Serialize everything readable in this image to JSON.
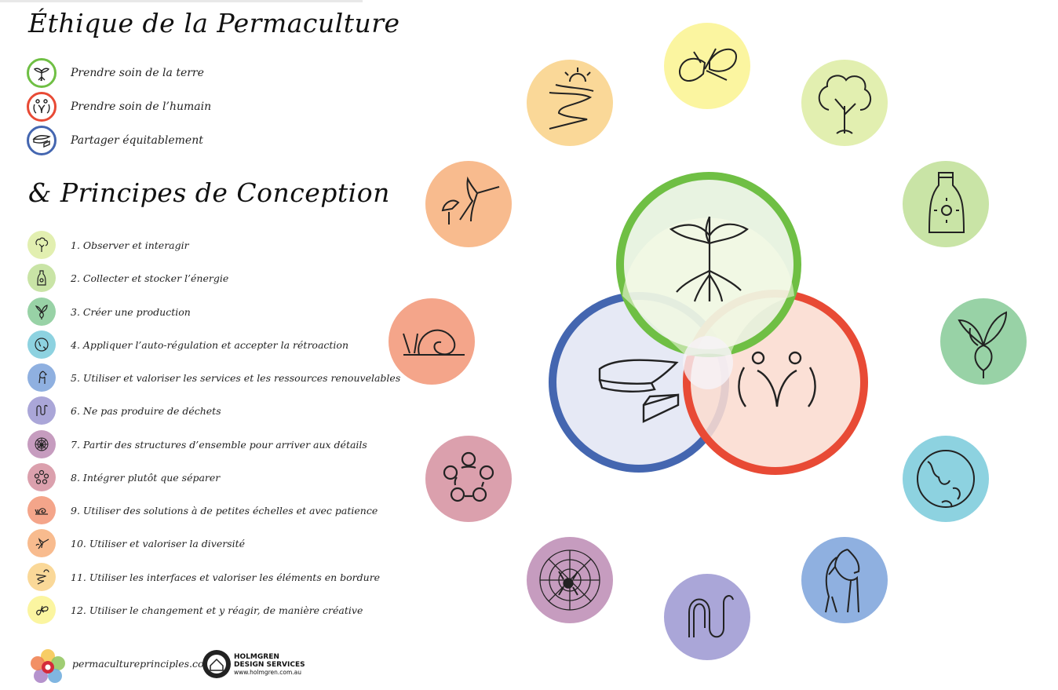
{
  "title_ethics": "Éthique de la Permaculture",
  "title_principles": "& Principes de Conception",
  "ethics": [
    {
      "label": "Prendre soin de la terre",
      "icon": "tree-icon",
      "color": "#6fbf44"
    },
    {
      "label": "Prendre soin de l’humain",
      "icon": "people-icon",
      "color": "#e84a35"
    },
    {
      "label": "Partager équitablement",
      "icon": "cake-slice-icon",
      "color": "#4466b0"
    }
  ],
  "principles": [
    {
      "label": "1. Observer et interagir",
      "icon": "tree-icon",
      "color": "#e2efb0"
    },
    {
      "label": "2. Collecter et stocker l’énergie",
      "icon": "bottle-icon",
      "color": "#c9e4a6"
    },
    {
      "label": "3. Créer une production",
      "icon": "beet-icon",
      "color": "#98d2a6"
    },
    {
      "label": "4. Appliquer l’auto-régulation et accepter la rétroaction",
      "icon": "globe-icon",
      "color": "#8dd2e0"
    },
    {
      "label": "5. Utiliser et valoriser les services et les ressources renouvelables",
      "icon": "horse-icon",
      "color": "#8fb0e0"
    },
    {
      "label": "6. Ne pas produire de déchets",
      "icon": "worm-icon",
      "color": "#aaa6d8"
    },
    {
      "label": "7. Partir des structures d’ensemble pour arriver aux détails",
      "icon": "spider-web-icon",
      "color": "#c69cbf"
    },
    {
      "label": "8. Intégrer plutôt que séparer",
      "icon": "flower-icon",
      "color": "#dba0ad"
    },
    {
      "label": "9. Utiliser des solutions à de petites échelles et avec patience",
      "icon": "snail-icon",
      "color": "#f4a58a"
    },
    {
      "label": "10. Utiliser et valoriser la diversité",
      "icon": "hummingbird-icon",
      "color": "#f8bb8e"
    },
    {
      "label": "11. Utiliser les interfaces et valoriser les éléments en bordure",
      "icon": "river-icon",
      "color": "#fad898"
    },
    {
      "label": "12. Utiliser le changement et y réagir, de manière créative",
      "icon": "butterfly-icon",
      "color": "#fbf5a0"
    }
  ],
  "footer": {
    "url": "permacultureprinciples.com",
    "company_line1": "HOLMGREN",
    "company_line2": "DESIGN SERVICES",
    "company_url": "www.holmgren.com.au"
  },
  "colors": {
    "earth": "#6fbf44",
    "people": "#e84a35",
    "share": "#4466b0"
  }
}
